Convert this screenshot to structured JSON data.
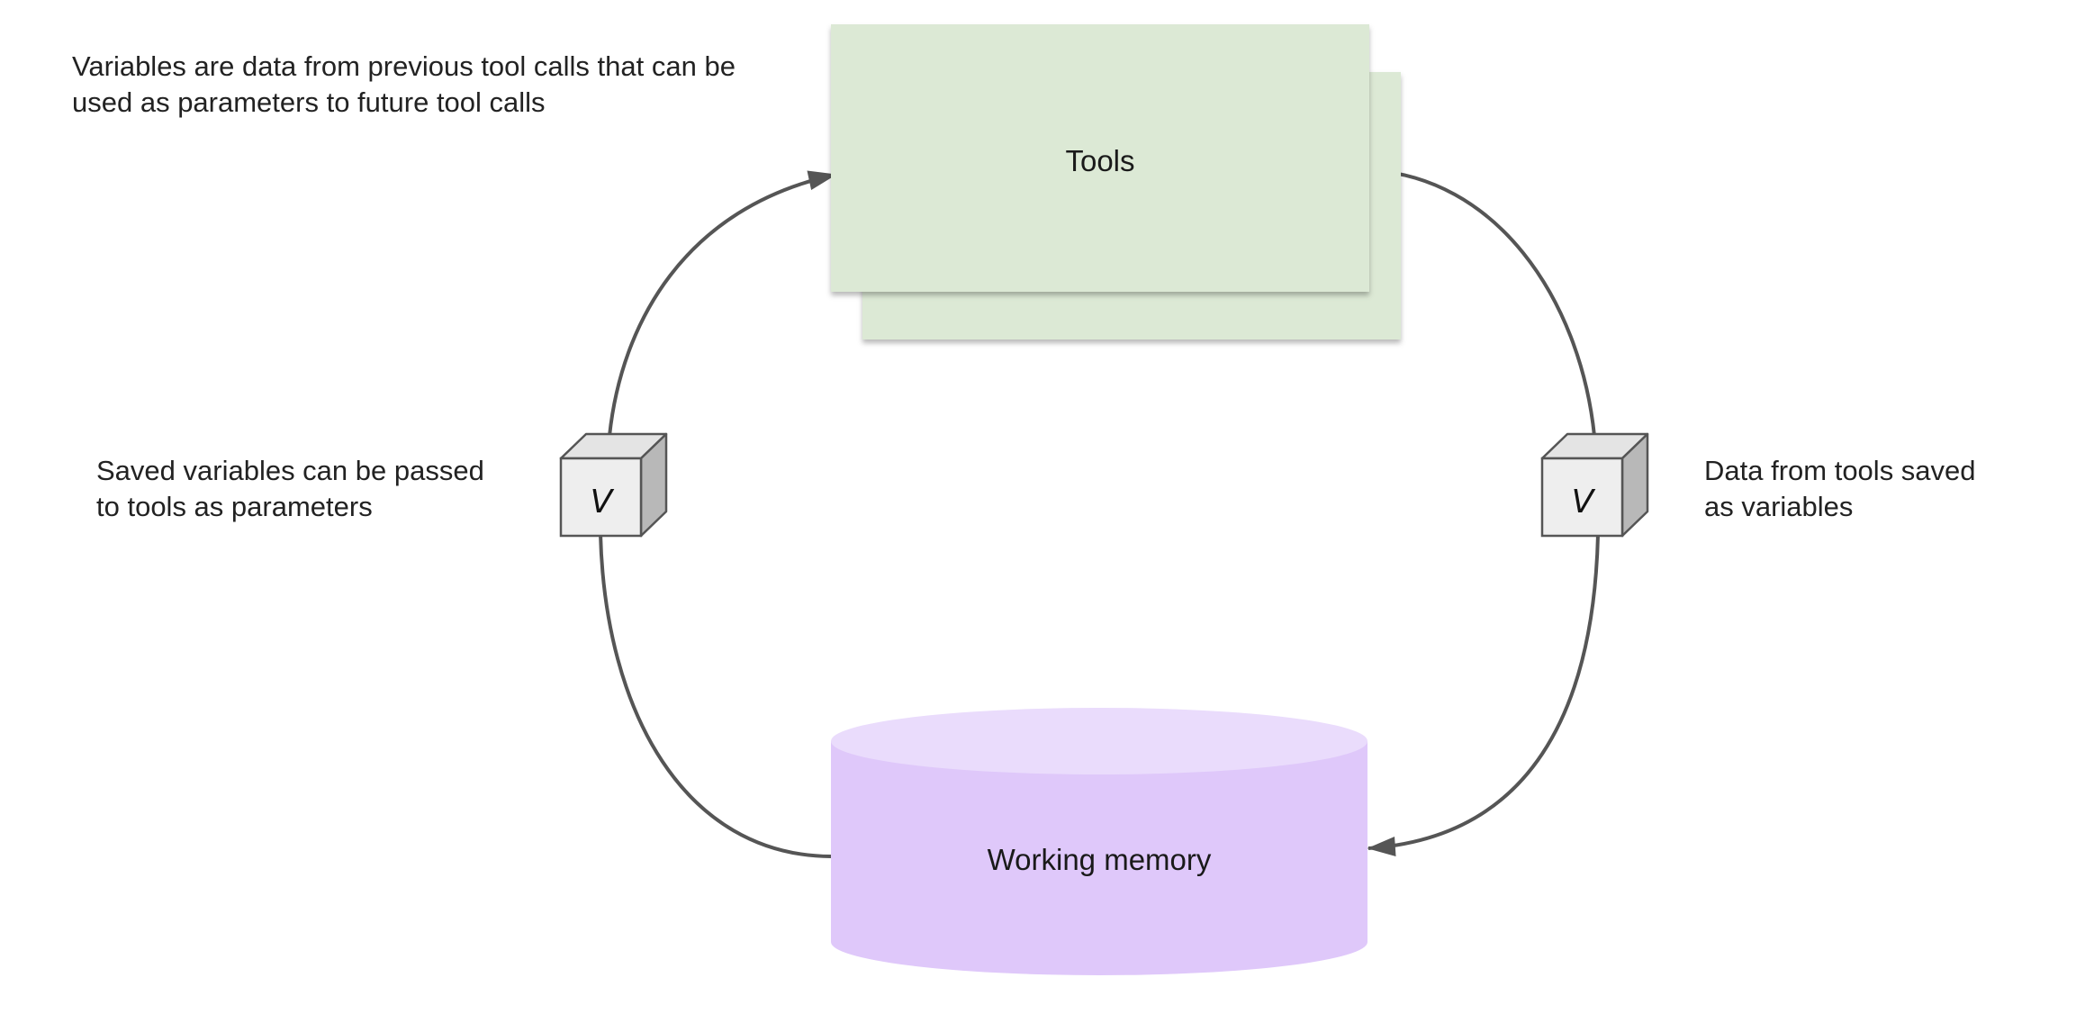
{
  "notes": {
    "top_line1": "Variables are data from previous tool calls that can be",
    "top_line2": "used as parameters to future tool calls",
    "left_line1": "Saved variables can be passed",
    "left_line2": "to tools as parameters",
    "right_line1": "Data from tools saved",
    "right_line2": "as variables"
  },
  "nodes": {
    "tools_label": "Tools",
    "memory_label": "Working memory",
    "left_variable": "V",
    "right_variable": "V"
  },
  "colors": {
    "tools_fill": "#dce9d5",
    "memory_fill": "#dfc8fa",
    "memory_top": "#eadcfc",
    "connector": "#555555",
    "cube_face": "#eeeeee",
    "cube_side": "#b8b8b8"
  }
}
